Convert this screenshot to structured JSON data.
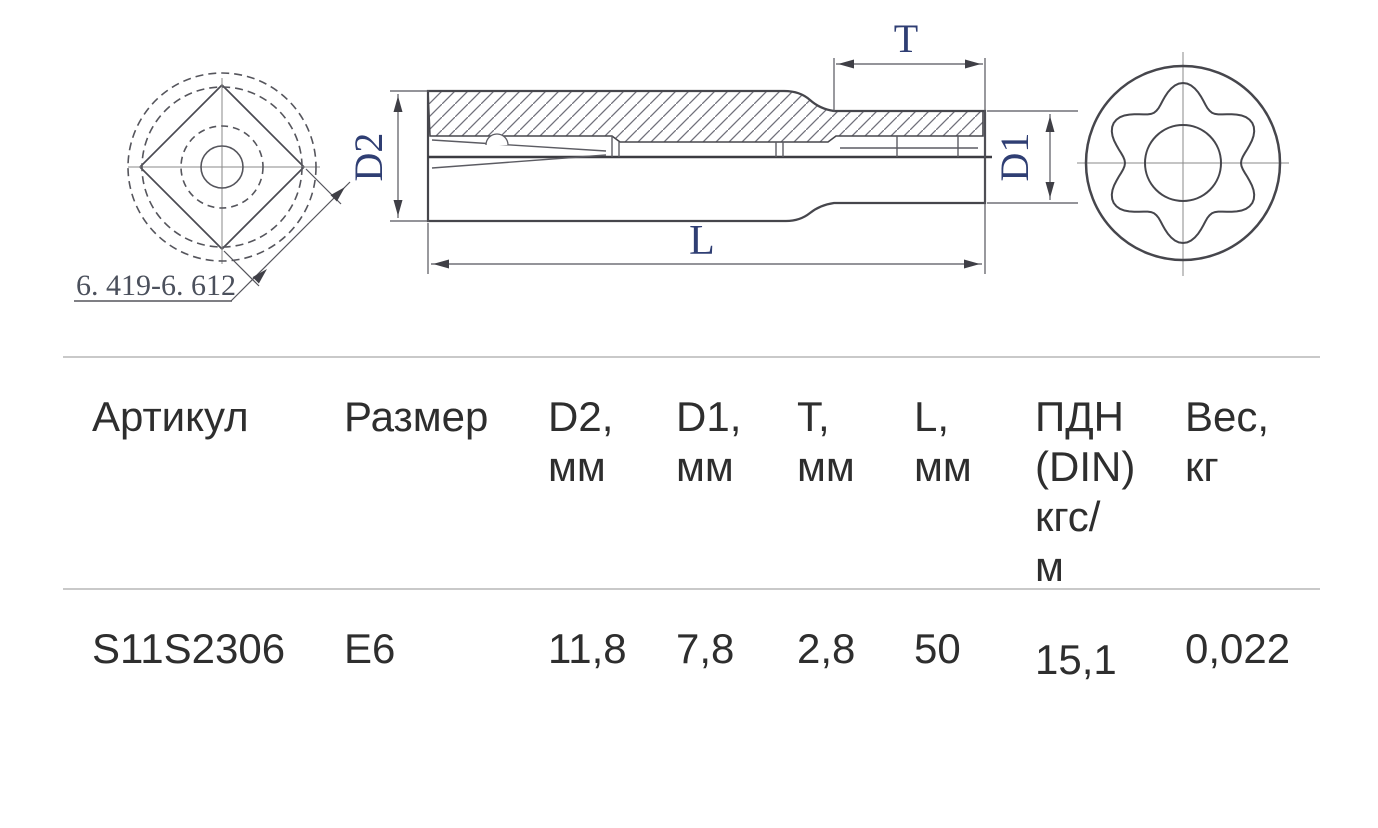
{
  "drawing": {
    "labels": {
      "d2": "D2",
      "t": "T",
      "d1": "D1",
      "l": "L",
      "square_drive": "6. 419-6. 612"
    }
  },
  "table": {
    "headers": [
      "Артикул",
      "Размер",
      "D2,\nмм",
      "D1,\nмм",
      "T,\nмм",
      "L,\nмм",
      "ПДН\n(DIN)\nкгс/\nм",
      "Вес,\nкг"
    ],
    "row": [
      "S11S2306",
      "E6",
      "11,8",
      "7,8",
      "2,8",
      "50",
      "15,1",
      "0,022"
    ]
  }
}
